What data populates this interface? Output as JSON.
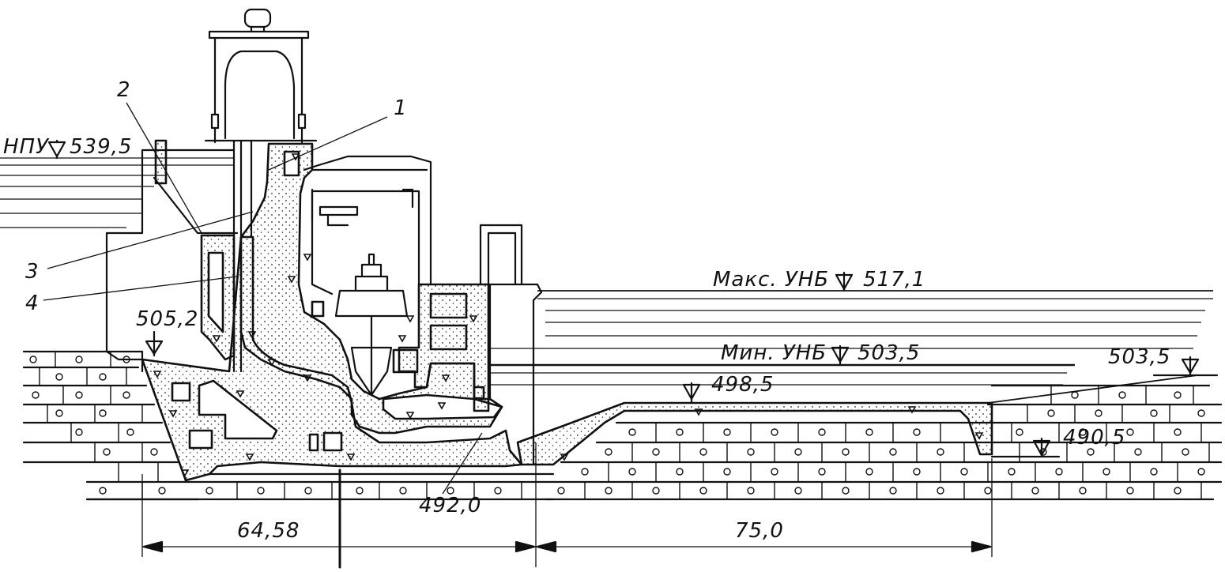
{
  "numbers": {
    "n1": "1",
    "n2": "2",
    "n3": "3",
    "n4": "4"
  },
  "levels": {
    "npu_label": "НПУ",
    "npu_value": "539,5",
    "max_unb_label": "Макс. УНБ",
    "max_unb_value": "517,1",
    "min_unb_label": "Мин. УНБ",
    "min_unb_value": "503,5",
    "elev_505": "505,2",
    "elev_503": "503,5",
    "elev_498": "498,5",
    "elev_490": "490,5",
    "elev_492": "492,0"
  },
  "dimensions": {
    "d1": "64,58",
    "d2": "75,0"
  },
  "colors": {
    "ink": "#111111",
    "paper": "#ffffff"
  }
}
